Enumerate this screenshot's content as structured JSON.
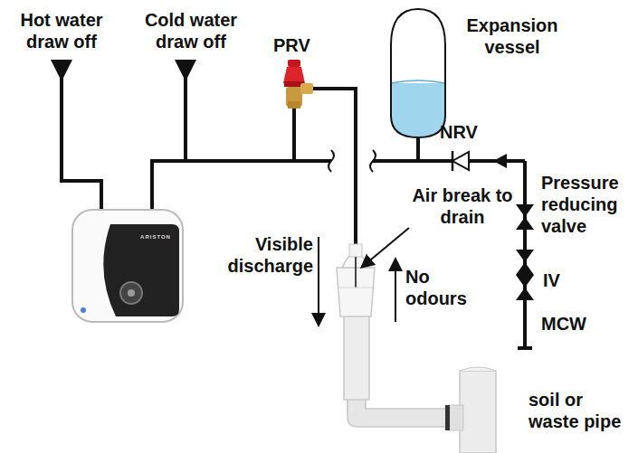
{
  "diagram": {
    "labels": [
      "Hot water draw off",
      "Cold water draw off",
      "PRV",
      "Expansion vessel",
      "NRV",
      "Pressure reducing valve",
      "Air break to drain",
      "Visible discharge",
      "No odours",
      "IV",
      "MCW",
      "soil or waste pipe",
      "ARISTON"
    ]
  }
}
